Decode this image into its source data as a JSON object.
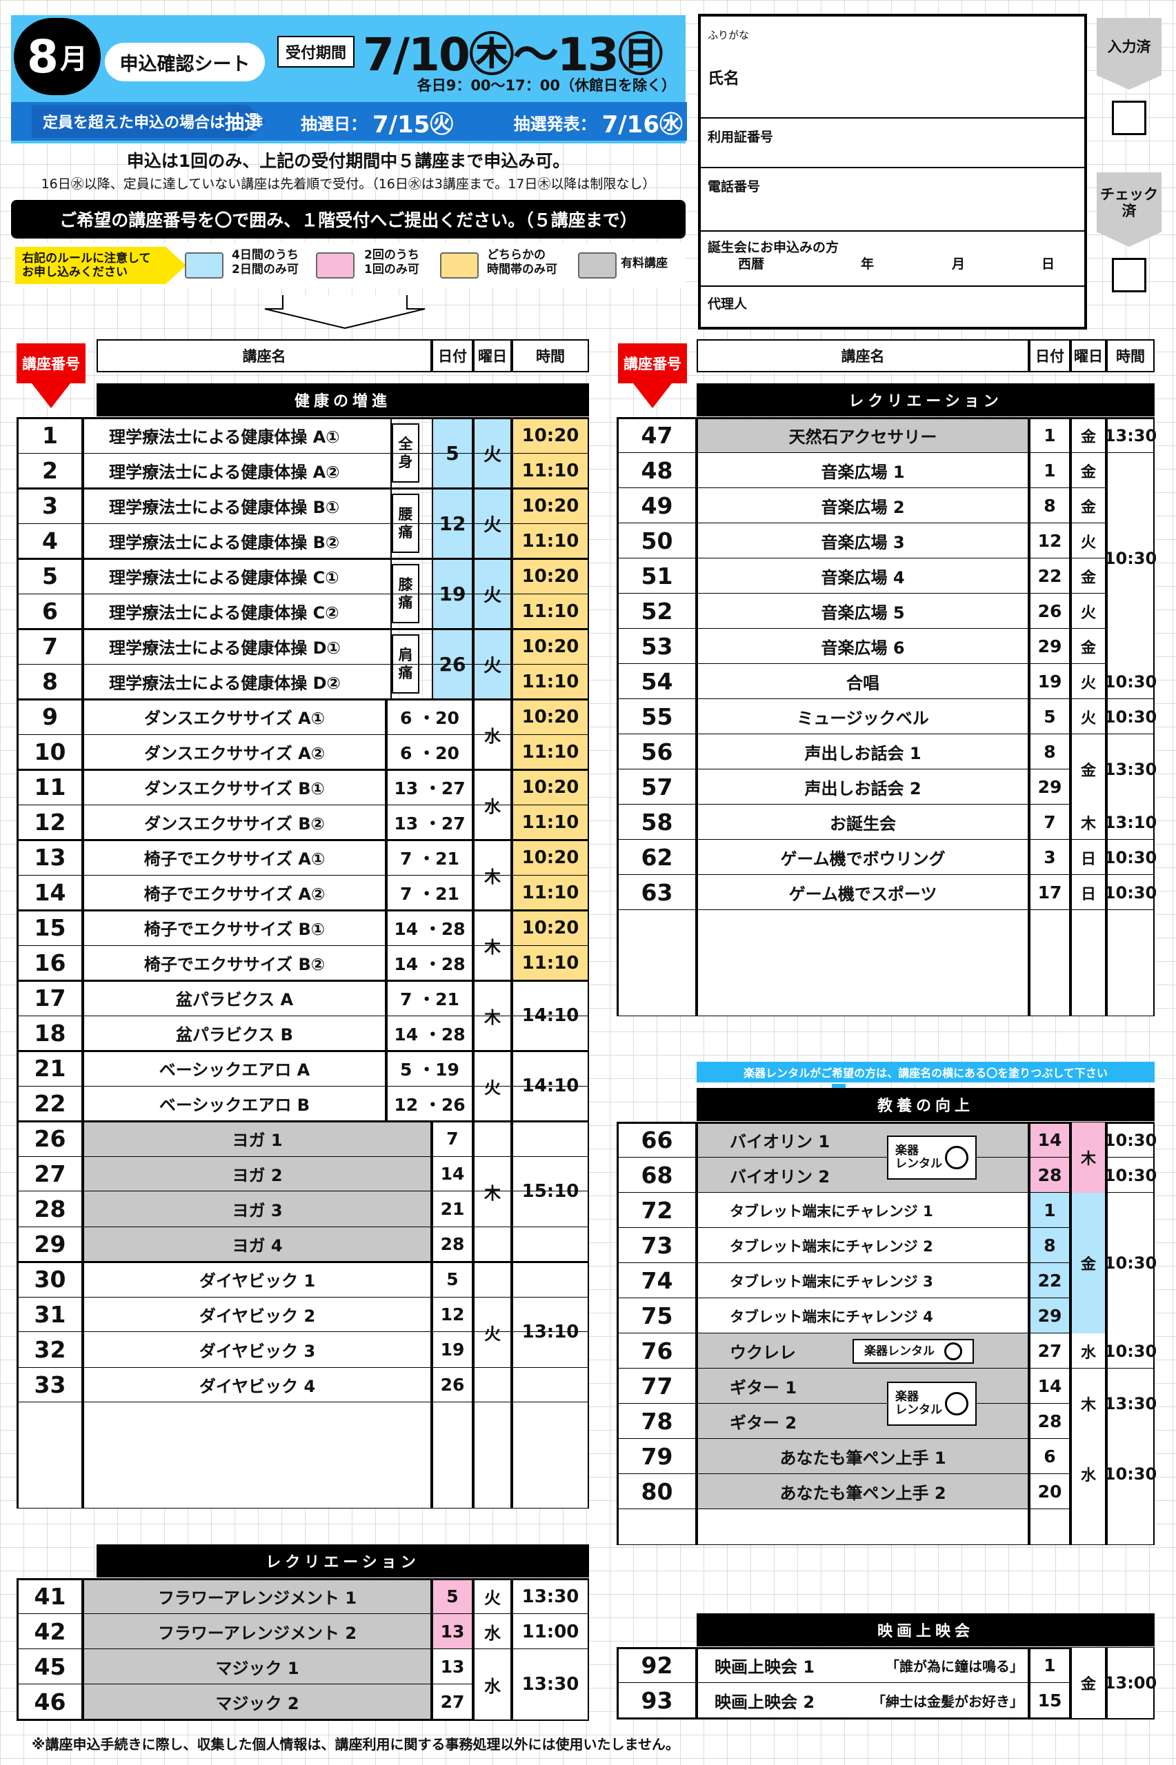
{
  "header": {
    "month_num": "8",
    "month_suffix": "月",
    "sheet_title": "申込確認シート",
    "period_label": "受付期間",
    "period_dates": "7/10㊍～13㊐",
    "period_hours": "各日9：00～17：00（休館日を除く）",
    "lottery_text": "定員を超えた申込の場合は",
    "lottery_word": "抽選",
    "draw_label": "抽選日：",
    "draw_date": "7/15㊋",
    "announce_label": "抽選発表：",
    "announce_date": "7/16㊌",
    "rule_main": "申込は1回のみ、上記の受付期間中５講座まで申込み可。",
    "rule_sub": "16日㊌以降、定員に達していない講座は先着順で受付。（16日㊌は3講座まで。17日㊍以降は制限なし）",
    "instruction": "ご希望の講座番号を〇で囲み、１階受付へご提出ください。（５講座まで）",
    "legend_note_1": "右記のルールに注意して",
    "legend_note_2": "お申し込みください",
    "legend": [
      {
        "color": "#b3e5fc",
        "l1": "4日間のうち",
        "l2": "2日間のみ可"
      },
      {
        "color": "#f8bbd9",
        "l1": "2回のうち",
        "l2": "1回のみ可"
      },
      {
        "color": "#ffe08a",
        "l1": "どちらかの",
        "l2": "時間帯のみ可"
      },
      {
        "color": "#c8c8c8",
        "l1": "有料講座",
        "l2": ""
      }
    ]
  },
  "form": {
    "furigana": "ふりがな",
    "name": "氏名",
    "card": "利用証番号",
    "phone": "電話番号",
    "birthday": "誕生会にお申込みの方",
    "era": "西暦",
    "year": "年",
    "month": "月",
    "day": "日",
    "agent": "代理人",
    "entered": "入力済",
    "checked_1": "チェック",
    "checked_2": "済"
  },
  "columns": {
    "num": "講座番号",
    "name": "講座名",
    "date": "日付",
    "dow": "曜日",
    "time": "時間"
  },
  "sections": {
    "health": "健康の増進",
    "recreation": "レクリエーション",
    "recreation2": "レクリエーション",
    "culture": "教養の向上",
    "movie": "映画上映会",
    "rental_note": "楽器レンタルがご希望の方は、講座名の横にある〇を塗りつぶして下さい"
  },
  "health_rows": [
    {
      "n": "1",
      "name": "理学療法士による健康体操 A①"
    },
    {
      "n": "2",
      "name": "理学療法士による健康体操 A②"
    },
    {
      "n": "3",
      "name": "理学療法士による健康体操 B①"
    },
    {
      "n": "4",
      "name": "理学療法士による健康体操 B②"
    },
    {
      "n": "5",
      "name": "理学療法士による健康体操 C①"
    },
    {
      "n": "6",
      "name": "理学療法士による健康体操 C②"
    },
    {
      "n": "7",
      "name": "理学療法士による健康体操 D①"
    },
    {
      "n": "8",
      "name": "理学療法士による健康体操 D②"
    },
    {
      "n": "9",
      "name": "ダンスエクササイズ A①",
      "date": "6 ・20"
    },
    {
      "n": "10",
      "name": "ダンスエクササイズ A②",
      "date": "6 ・20"
    },
    {
      "n": "11",
      "name": "ダンスエクササイズ B①",
      "date": "13 ・27"
    },
    {
      "n": "12",
      "name": "ダンスエクササイズ B②",
      "date": "13 ・27"
    },
    {
      "n": "13",
      "name": "椅子でエクササイズ A①",
      "date": "7 ・21"
    },
    {
      "n": "14",
      "name": "椅子でエクササイズ A②",
      "date": "7 ・21"
    },
    {
      "n": "15",
      "name": "椅子でエクササイズ B①",
      "date": "14 ・28"
    },
    {
      "n": "16",
      "name": "椅子でエクササイズ B②",
      "date": "14 ・28"
    },
    {
      "n": "17",
      "name": "盆パラビクス A",
      "date": "7 ・21"
    },
    {
      "n": "18",
      "name": "盆パラビクス B",
      "date": "14 ・28"
    },
    {
      "n": "21",
      "name": "ベーシックエアロ A",
      "date": "5 ・19"
    },
    {
      "n": "22",
      "name": "ベーシックエアロ B",
      "date": "12 ・26"
    },
    {
      "n": "26",
      "name": "ヨガ 1",
      "date": "7"
    },
    {
      "n": "27",
      "name": "ヨガ 2",
      "date": "14"
    },
    {
      "n": "28",
      "name": "ヨガ 3",
      "date": "21"
    },
    {
      "n": "29",
      "name": "ヨガ 4",
      "date": "28"
    },
    {
      "n": "30",
      "name": "ダイヤビック 1",
      "date": "5"
    },
    {
      "n": "31",
      "name": "ダイヤビック 2",
      "date": "12"
    },
    {
      "n": "32",
      "name": "ダイヤビック 3",
      "date": "19"
    },
    {
      "n": "33",
      "name": "ダイヤビック 4",
      "date": "26"
    }
  ],
  "health_groups": [
    {
      "tag1": "全",
      "tag2": "身",
      "date": "5",
      "dow": "火"
    },
    {
      "tag1": "腰",
      "tag2": "痛",
      "date": "12",
      "dow": "火"
    },
    {
      "tag1": "膝",
      "tag2": "痛",
      "date": "19",
      "dow": "火"
    },
    {
      "tag1": "肩",
      "tag2": "痛",
      "date": "26",
      "dow": "火"
    }
  ],
  "health_dows": [
    "水",
    "水",
    "木",
    "木",
    "木",
    "火",
    "木",
    "火"
  ],
  "health_times": [
    "10:20",
    "11:10",
    "14:10",
    "15:10",
    "13:10"
  ],
  "rec2_rows": [
    {
      "n": "41",
      "name": "フラワーアレンジメント 1",
      "date": "5",
      "dow": "火",
      "time": "13:30"
    },
    {
      "n": "42",
      "name": "フラワーアレンジメント 2",
      "date": "13",
      "dow": "水",
      "time": "11:00"
    },
    {
      "n": "45",
      "name": "マジック 1",
      "date": "13"
    },
    {
      "n": "46",
      "name": "マジック 2",
      "date": "27"
    }
  ],
  "rec2_magic": {
    "dow": "水",
    "time": "13:30"
  },
  "rec_rows": [
    {
      "n": "47",
      "name": "天然石アクセサリー",
      "date": "1",
      "dow": "金",
      "time": "13:30"
    },
    {
      "n": "48",
      "name": "音楽広場 1",
      "date": "1",
      "dow": "金"
    },
    {
      "n": "49",
      "name": "音楽広場 2",
      "date": "8",
      "dow": "金"
    },
    {
      "n": "50",
      "name": "音楽広場 3",
      "date": "12",
      "dow": "火"
    },
    {
      "n": "51",
      "name": "音楽広場 4",
      "date": "22",
      "dow": "金"
    },
    {
      "n": "52",
      "name": "音楽広場 5",
      "date": "26",
      "dow": "火"
    },
    {
      "n": "53",
      "name": "音楽広場 6",
      "date": "29",
      "dow": "金"
    },
    {
      "n": "54",
      "name": "合唱",
      "date": "19",
      "dow": "火",
      "time": "10:30"
    },
    {
      "n": "55",
      "name": "ミュージックベル",
      "date": "5",
      "dow": "火",
      "time": "10:30"
    },
    {
      "n": "56",
      "name": "声出しお話会 1",
      "date": "8"
    },
    {
      "n": "57",
      "name": "声出しお話会 2",
      "date": "29"
    },
    {
      "n": "58",
      "name": "お誕生会",
      "date": "7",
      "dow": "木",
      "time": "13:10"
    },
    {
      "n": "62",
      "name": "ゲーム機でボウリング",
      "date": "3",
      "dow": "日",
      "time": "10:30"
    },
    {
      "n": "63",
      "name": "ゲーム機でスポーツ",
      "date": "17",
      "dow": "日",
      "time": "10:30"
    }
  ],
  "rec_music_time": "10:30",
  "rec_talk": {
    "dow": "金",
    "time": "13:30"
  },
  "culture_rows": [
    {
      "n": "66",
      "name": "バイオリン 1",
      "date": "14",
      "time": "10:30"
    },
    {
      "n": "68",
      "name": "バイオリン 2",
      "date": "28",
      "time": "10:30"
    },
    {
      "n": "72",
      "name": "タブレット端末にチャレンジ 1",
      "date": "1"
    },
    {
      "n": "73",
      "name": "タブレット端末にチャレンジ 2",
      "date": "8"
    },
    {
      "n": "74",
      "name": "タブレット端末にチャレンジ 3",
      "date": "22"
    },
    {
      "n": "75",
      "name": "タブレット端末にチャレンジ 4",
      "date": "29"
    },
    {
      "n": "76",
      "name": "ウクレレ",
      "date": "27",
      "dow": "水",
      "time": "10:30"
    },
    {
      "n": "77",
      "name": "ギター 1",
      "date": "14"
    },
    {
      "n": "78",
      "name": "ギター 2",
      "date": "28"
    },
    {
      "n": "79",
      "name": "あなたも筆ペン上手 1",
      "date": "6"
    },
    {
      "n": "80",
      "name": "あなたも筆ペン上手 2",
      "date": "20"
    }
  ],
  "culture_groups": {
    "violin_dow": "木",
    "tablet_dow": "金",
    "tablet_time": "10:30",
    "guitar_dow": "木",
    "guitar_time": "13:30",
    "pen_dow": "水",
    "pen_time": "10:30"
  },
  "rental": {
    "l1": "楽器",
    "l2": "レンタル",
    "single": "楽器レンタル"
  },
  "movie_rows": [
    {
      "n": "92",
      "name": "映画上映会 1",
      "title": "「誰が為に鐘は鳴る」",
      "date": "1"
    },
    {
      "n": "93",
      "name": "映画上映会 2",
      "title": "「紳士は金髪がお好き」",
      "date": "15"
    }
  ],
  "movie_group": {
    "dow": "金",
    "time": "13:00"
  },
  "footnote": "※講座申込手続きに際し、収集した個人情報は、講座利用に関する事務処理以外には使用いたしません。"
}
